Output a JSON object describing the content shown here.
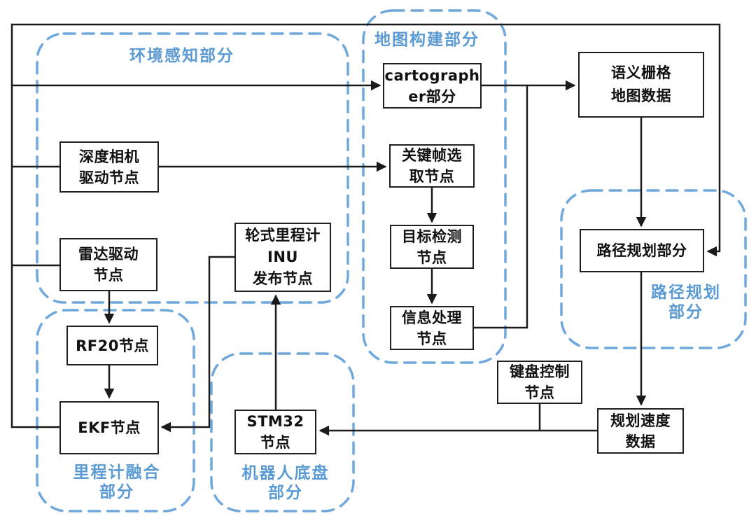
{
  "diagram": {
    "colors": {
      "region_dash": "#6FA8DC",
      "region_label": "#5B9BD5",
      "connector": "#1a1a1a",
      "node_border": "#1f1f1f",
      "node_fill": "#ffffff"
    },
    "regions": {
      "environment": {
        "label": "环境感知部分"
      },
      "mapping": {
        "label": "地图构建部分"
      },
      "path_planning": {
        "label": "路径规划\n部分"
      },
      "odometry_fusion": {
        "label": "里程计融合\n部分"
      },
      "chassis": {
        "label": "机器人底盘\n部分"
      }
    },
    "nodes": {
      "depth_camera": {
        "label": "深度相机\n驱动节点"
      },
      "radar": {
        "label": "雷达驱动\n节点"
      },
      "rf20": {
        "label": "RF20节点"
      },
      "ekf": {
        "label": "EKF节点"
      },
      "wheel_odom": {
        "label": "轮式里程计\nINU\n发布节点"
      },
      "stm32": {
        "label": "STM32\n节点"
      },
      "cartographer": {
        "label": "cartograph\ner部分"
      },
      "keyframe": {
        "label": "关键帧选\n取节点"
      },
      "object_detection": {
        "label": "目标检测\n节点"
      },
      "info_processing": {
        "label": "信息处理\n节点"
      },
      "keyboard": {
        "label": "键盘控制\n节点"
      },
      "semantic_map": {
        "label": "语义栅格\n地图数据"
      },
      "path_planning_box": {
        "label": "路径规划部分"
      },
      "planned_velocity": {
        "label": "规划速度\n数据"
      }
    }
  }
}
